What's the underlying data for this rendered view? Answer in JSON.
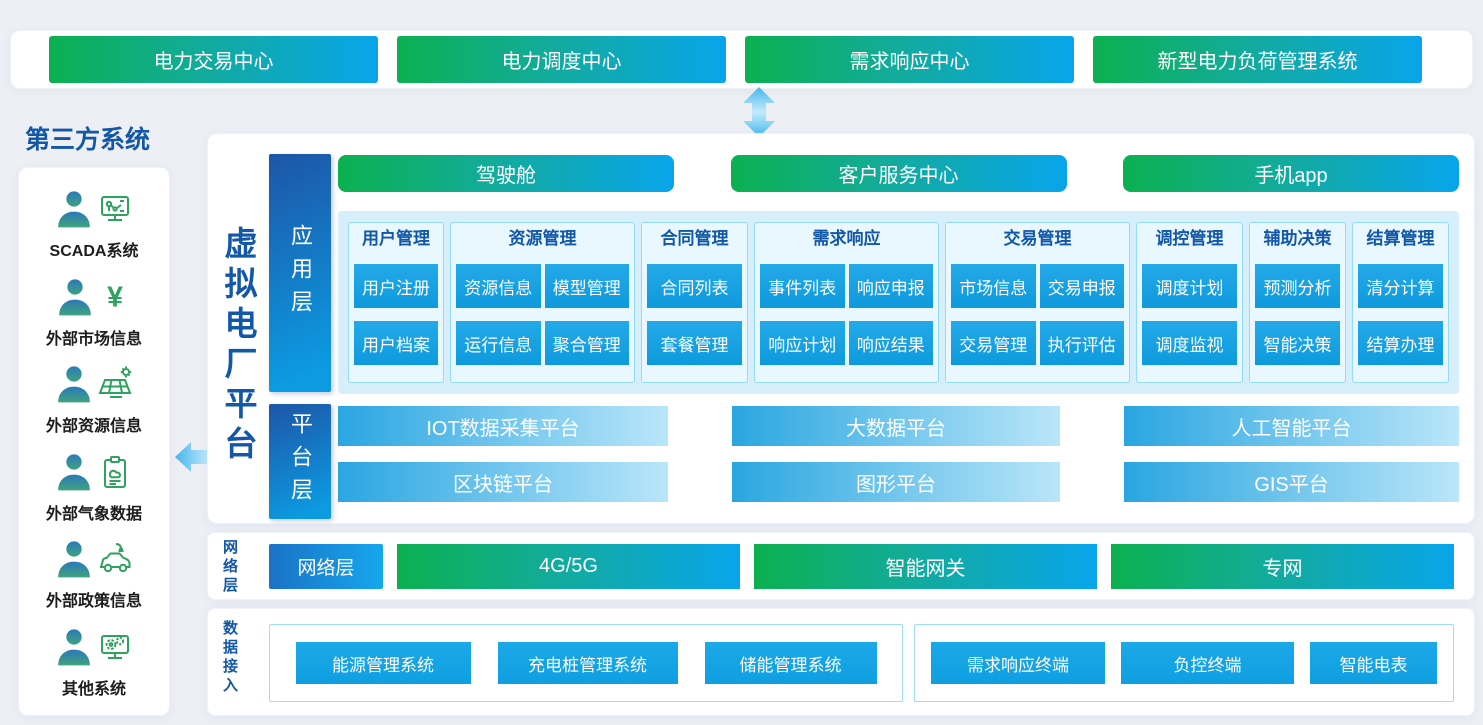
{
  "external_systems": {
    "items": [
      "电力交易中心",
      "电力调度中心",
      "需求响应中心",
      "新型电力负荷管理系统"
    ]
  },
  "third_party": {
    "title": "第三方系统",
    "items": [
      {
        "label": "SCADA系统",
        "icon": "scada-monitor-icon"
      },
      {
        "label": "外部市场信息",
        "icon": "yen-icon"
      },
      {
        "label": "外部资源信息",
        "icon": "solar-panel-icon"
      },
      {
        "label": "外部气象数据",
        "icon": "weather-clipboard-icon"
      },
      {
        "label": "外部政策信息",
        "icon": "ev-car-icon"
      },
      {
        "label": "其他系统",
        "icon": "gear-monitor-icon"
      }
    ]
  },
  "vpp": {
    "title": "虚拟电厂平台",
    "app_layer": {
      "label": "应用层",
      "channels": [
        "驾驶舱",
        "客户服务中心",
        "手机app"
      ],
      "groups": [
        {
          "title": "用户管理",
          "cells": [
            "用户注册",
            "用户档案"
          ]
        },
        {
          "title": "资源管理",
          "cells": [
            "资源信息",
            "模型管理",
            "运行信息",
            "聚合管理"
          ]
        },
        {
          "title": "合同管理",
          "cells": [
            "合同列表",
            "套餐管理"
          ]
        },
        {
          "title": "需求响应",
          "cells": [
            "事件列表",
            "响应申报",
            "响应计划",
            "响应结果"
          ]
        },
        {
          "title": "交易管理",
          "cells": [
            "市场信息",
            "交易申报",
            "交易管理",
            "执行评估"
          ]
        },
        {
          "title": "调控管理",
          "cells": [
            "调度计划",
            "调度监视"
          ]
        },
        {
          "title": "辅助决策",
          "cells": [
            "预测分析",
            "智能决策"
          ]
        },
        {
          "title": "结算管理",
          "cells": [
            "清分计算",
            "结算办理"
          ]
        }
      ]
    },
    "platform_layer": {
      "label": "平台层",
      "columns": [
        [
          "IOT数据采集平台",
          "区块链平台"
        ],
        [
          "大数据平台",
          "图形平台"
        ],
        [
          "人工智能平台",
          "GIS平台"
        ]
      ]
    }
  },
  "network_layer": {
    "side_label": "网络层",
    "badge": "网络层",
    "items": [
      "4G/5G",
      "智能网关",
      "专网"
    ]
  },
  "data_access": {
    "side_label": "数据接入",
    "left_items": [
      "能源管理系统",
      "充电桩管理系统",
      "储能管理系统"
    ],
    "right_items": [
      "需求响应终端",
      "负控终端",
      "智能电表"
    ]
  },
  "colors": {
    "accent_dark_blue": "#1257a8",
    "gradient_green": "#0cb050",
    "gradient_blue": "#08a5eb",
    "cell_blue": "#16a2e3",
    "panel_light_blue": "#d7eefb",
    "layer_bar_dark": "#1d55a7",
    "arrow_light_blue": "#5fc3f0"
  }
}
